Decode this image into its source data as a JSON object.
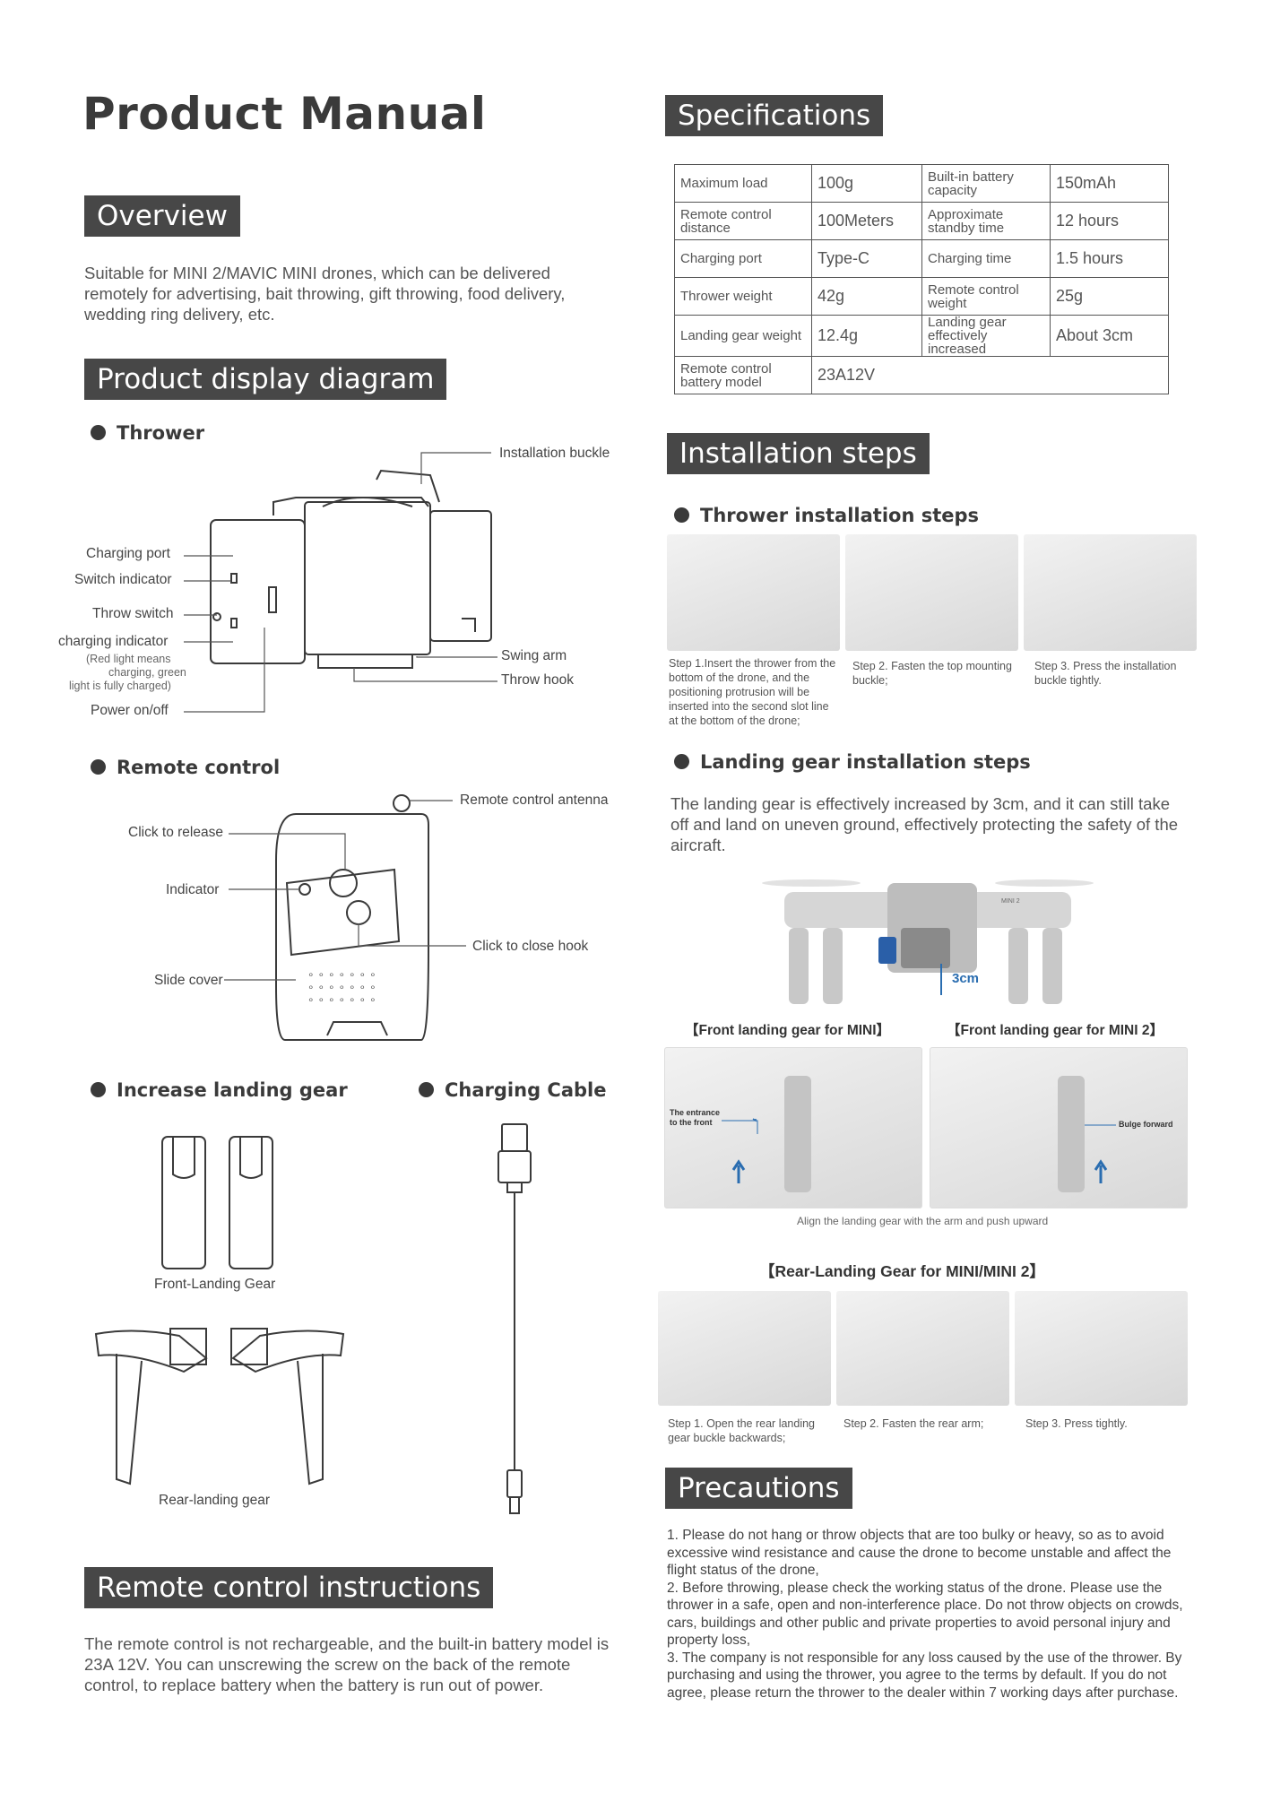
{
  "title": "Product Manual",
  "overview": {
    "heading": "Overview",
    "text": "Suitable for MINI 2/MAVIC MINI drones, which can be delivered remotely for advertising, bait throwing, gift throwing, food delivery, wedding ring delivery, etc."
  },
  "display_diagram": {
    "heading": "Product display diagram",
    "thrower": {
      "heading": "Thrower",
      "labels": {
        "installation_buckle": "Installation buckle",
        "charging_port": "Charging port",
        "switch_indicator": "Switch indicator",
        "throw_switch": "Throw switch",
        "charging_indicator": "charging indicator",
        "charging_indicator_note_1": "(Red light means",
        "charging_indicator_note_2": "charging, green",
        "charging_indicator_note_3": "light is fully charged)",
        "power": "Power on/off",
        "swing_arm": "Swing arm",
        "throw_hook": "Throw hook"
      }
    },
    "remote": {
      "heading": "Remote control",
      "labels": {
        "antenna": "Remote control antenna",
        "release": "Click to release",
        "indicator": "Indicator",
        "close_hook": "Click to close hook",
        "slide_cover": "Slide cover"
      }
    },
    "landing_gear": {
      "heading": "Increase landing gear",
      "front_label": "Front-Landing Gear",
      "rear_label": "Rear-landing gear"
    },
    "cable": {
      "heading": "Charging Cable"
    }
  },
  "remote_instructions": {
    "heading": "Remote control instructions",
    "text": "The remote control is not rechargeable, and the built-in battery model is 23A 12V. You can unscrewing the screw on the back of the remote control, to replace battery when the battery is run out of power."
  },
  "specifications": {
    "heading": "Specifications",
    "rows": [
      {
        "k1": "Maximum load",
        "v1": "100g",
        "k2": "Built-in battery capacity",
        "v2": "150mAh"
      },
      {
        "k1": "Remote control distance",
        "v1": "100Meters",
        "k2": "Approximate standby time",
        "v2": "12 hours"
      },
      {
        "k1": "Charging port",
        "v1": "Type-C",
        "k2": "Charging time",
        "v2": "1.5 hours"
      },
      {
        "k1": "Thrower weight",
        "v1": "42g",
        "k2": "Remote control weight",
        "v2": "25g"
      },
      {
        "k1": "Landing gear weight",
        "v1": "12.4g",
        "k2": "Landing gear effectively increased",
        "v2": "About 3cm"
      },
      {
        "k1": "Remote control battery model",
        "v1": "23A12V"
      }
    ]
  },
  "installation": {
    "heading": "Installation steps",
    "thrower_heading": "Thrower installation steps",
    "thrower_steps": [
      "Step 1.Insert the thrower from the bottom of the drone, and the positioning protrusion will be inserted into the second slot line at the bottom of the drone;",
      "Step 2. Fasten the top mounting buckle;",
      "Step 3. Press the installation buckle tightly."
    ],
    "landing_heading": "Landing gear installation steps",
    "landing_text": "The landing gear is effectively increased by 3cm, and it can still take off and land on uneven ground, effectively protecting the safety of the aircraft.",
    "height_label": "3cm",
    "drone_label": "MINI 2",
    "front_mini": "【Front landing gear for MINI】",
    "front_mini2": "【Front landing gear for MINI 2】",
    "entrance_1": "The entrance",
    "entrance_2": "to the front",
    "bulge": "Bulge forward",
    "align": "Align the landing gear with the arm and push upward",
    "rear_heading": "【Rear-Landing Gear for MINI/MINI 2】",
    "rear_steps": [
      "Step 1. Open the rear landing gear buckle backwards;",
      "Step 2. Fasten the rear arm;",
      "Step 3. Press tightly."
    ]
  },
  "precautions": {
    "heading": "Precautions",
    "items": [
      "1. Please do not hang or throw objects that are too bulky or heavy, so as to avoid excessive wind resistance and cause the drone to become unstable and affect the flight status of the drone,",
      "2. Before throwing, please check the working status of the drone. Please use the thrower in a safe, open and non-interference place. Do not throw objects on crowds, cars, buildings and other public and private properties to avoid personal injury and property loss,",
      "3. The company is not responsible for any loss caused by the use of the thrower. By purchasing and using the thrower, you agree to the terms by default. If you do not agree, please return the thrower to the dealer within 7 working days after purchase."
    ]
  }
}
